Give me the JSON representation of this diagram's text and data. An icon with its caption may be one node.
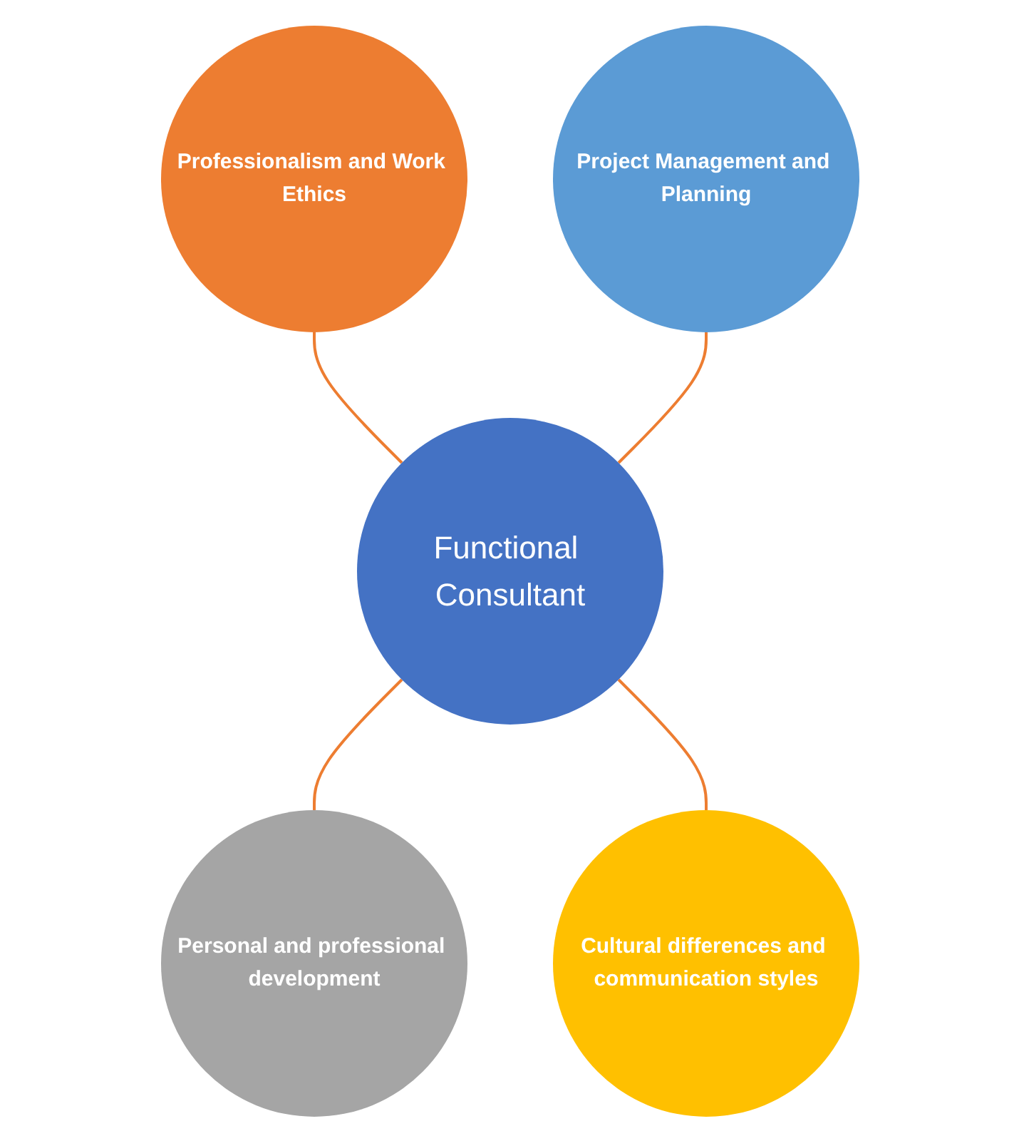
{
  "diagram": {
    "nodes": [
      {
        "text": [
          "Professionalism and Work Ethics"
        ]
      },
      {
        "text": [
          "Project Management and Planning"
        ]
      },
      {
        "text": [
          "Functional Consultant"
        ]
      },
      {
        "text": [
          "Personal and professional development"
        ]
      },
      {
        "text": [
          "Cultural differences and communication styles"
        ]
      }
    ],
    "edges": [
      {
        "from": 0,
        "to": 2,
        "arrow": "none"
      },
      {
        "from": 1,
        "to": 2,
        "arrow": "none"
      },
      {
        "from": 2,
        "to": 3,
        "arrow": "none"
      },
      {
        "from": 2,
        "to": 4,
        "arrow": "none"
      }
    ]
  }
}
